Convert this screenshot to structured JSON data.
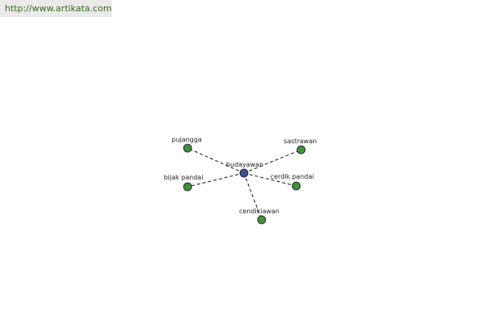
{
  "header": {
    "url": "http://www.artikata.com"
  },
  "colors": {
    "link": "#3d6b1e",
    "center_node": "#3f4e98",
    "leaf_node": "#3f8f3f",
    "node_stroke": "#1a1a1a",
    "edge": "#111111"
  },
  "graph": {
    "center": "budayawan",
    "nodes": [
      "pujangga",
      "sastrawan",
      "bijak pandai",
      "cerdik pandai",
      "cendikiawan"
    ]
  }
}
